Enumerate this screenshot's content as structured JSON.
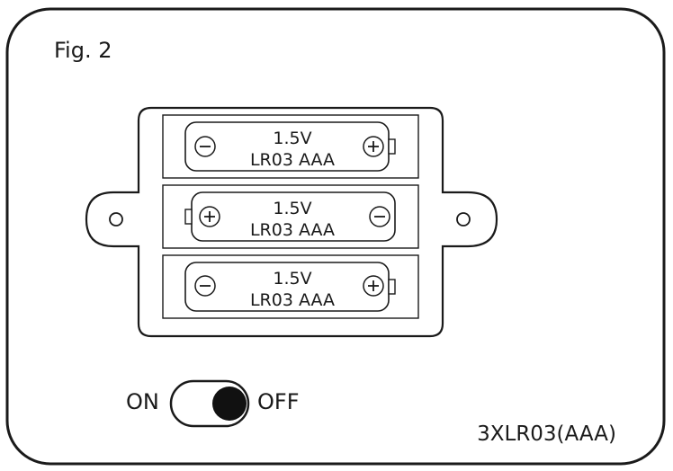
{
  "figure_label": "Fig. 2",
  "batteries": [
    {
      "voltage": "1.5V",
      "type": "LR03 AAA",
      "orientation": "minus-left"
    },
    {
      "voltage": "1.5V",
      "type": "LR03 AAA",
      "orientation": "plus-left"
    },
    {
      "voltage": "1.5V",
      "type": "LR03 AAA",
      "orientation": "minus-left"
    }
  ],
  "switch": {
    "on_label": "ON",
    "off_label": "OFF",
    "state": "off"
  },
  "battery_spec": "3XLR03(AAA)"
}
